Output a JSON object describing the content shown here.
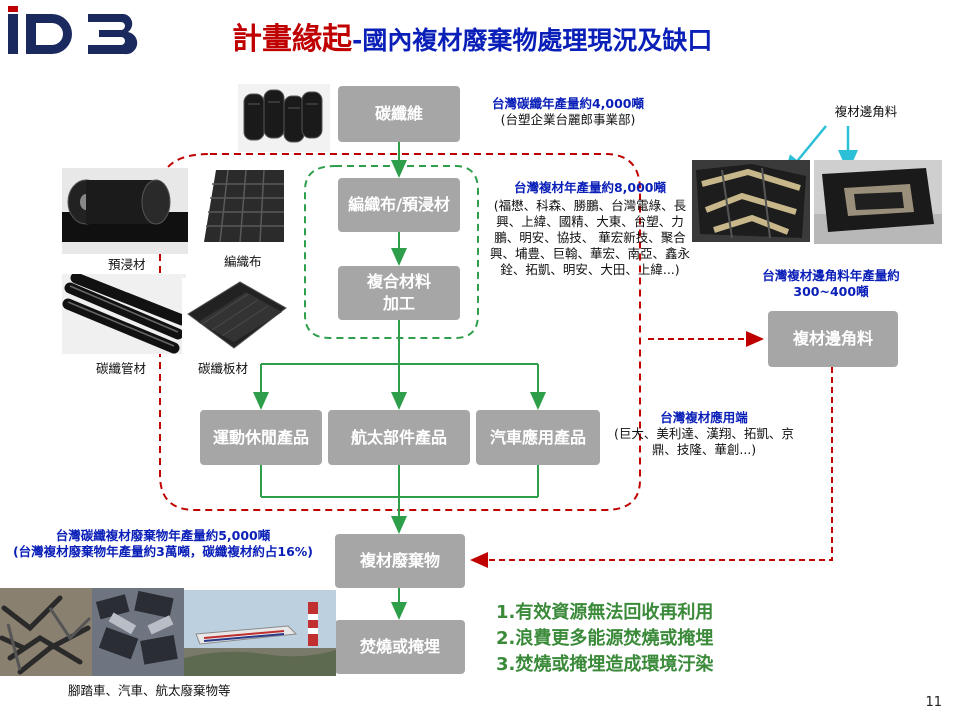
{
  "header": {
    "title_main": "計畫緣起",
    "title_sub": "-國內複材廢棄物處理現況及缺口"
  },
  "flow": {
    "carbon_fiber": "碳纖維",
    "woven_prepreg": "編織布/預浸材",
    "composite_processing": "複合材料加工",
    "sports": "運動休閒產品",
    "aerospace": "航太部件產品",
    "automotive": "汽車應用產品",
    "composite_scrap": "複材邊角料",
    "composite_waste": "複材廢棄物",
    "incinerate": "焚燒或掩埋"
  },
  "notes": {
    "cf_annual_title": "台灣碳纖年產量約4,000噸",
    "cf_annual_sub": "(台塑企業台麗郎事業部)",
    "composite_annual_title": "台灣複材年產量約8,000噸",
    "composite_annual_list": "(福懋、科森、勝鵬、台灣電綠、長興、上緯、國精、大東、台塑、力鵬、明安、協技、 華宏新技、聚合興、埔豊、巨翰、華宏、南亞、鑫永銓、拓凱、明安、大田、上緯...)",
    "scrap_annual": "台灣複材邊角料年產量約300~400噸",
    "scrap_label": "複材邊角料",
    "application_title": "台灣複材應用端",
    "application_list": "(巨大、美利達、漢翔、拓凱、京鼎、技隆、華創...)",
    "waste_title": "台灣碳纖複材廢棄物年產量約5,000噸",
    "waste_sub": "(台灣複材廢棄物年產量約3萬噸，碳纖複材約占16%)"
  },
  "captions": {
    "prepreg": "預浸材",
    "woven": "編織布",
    "tube": "碳纖管材",
    "plate": "碳纖板材",
    "waste_photos": "腳踏車、汽車、航太廢棄物等"
  },
  "conclusions": [
    "1.有效資源無法回收再利用",
    "2.浪費更多能源焚燒或掩埋",
    "3.焚燒或掩埋造成環境汙染"
  ],
  "page_number": "11",
  "colors": {
    "title_red": "#c00000",
    "title_blue": "#0a1fb8",
    "box_gray": "#a6a6a6",
    "dash_red": "#c00000",
    "dash_green": "#2e9e4a",
    "conclusion_green": "#3a8a3a"
  }
}
